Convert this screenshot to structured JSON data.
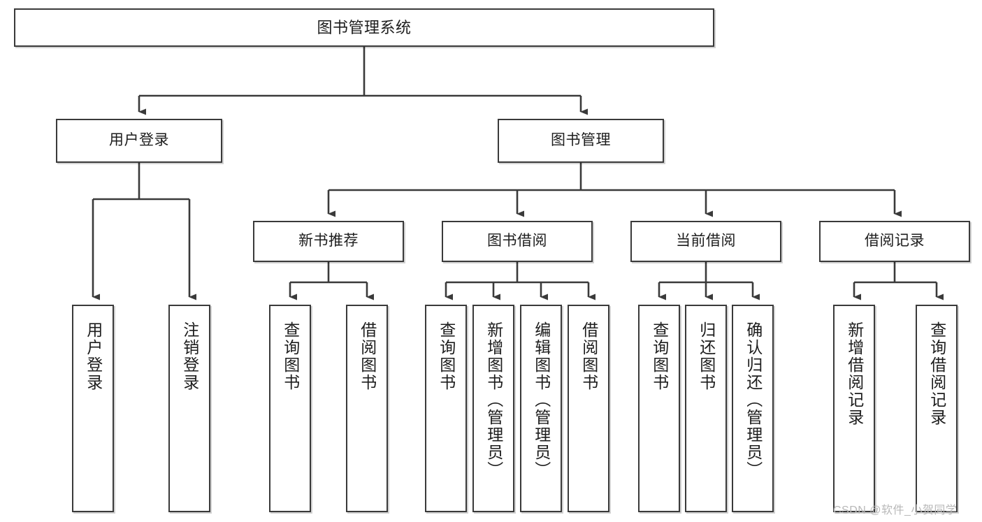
{
  "diagram": {
    "type": "tree-hierarchy",
    "title": "图书管理系统",
    "watermark": "CSDN @软件_小贺同学",
    "colors": {
      "box_border": "#3a3a3a",
      "box_fill": "#ffffff",
      "connector": "#3a3a3a",
      "text": "#1d1d1d",
      "watermark": "#b8b8b8"
    },
    "levels": {
      "root": {
        "label": "图书管理系统"
      },
      "level2": [
        {
          "key": "user_login",
          "label": "用户登录"
        },
        {
          "key": "book_manage",
          "label": "图书管理"
        }
      ],
      "level3": [
        {
          "key": "new_book_rec",
          "label": "新书推荐"
        },
        {
          "key": "book_borrow",
          "label": "图书借阅"
        },
        {
          "key": "current_borrow",
          "label": "当前借阅"
        },
        {
          "key": "borrow_record",
          "label": "借阅记录"
        }
      ],
      "leaves": {
        "user_login": [
          {
            "label": "用户登录"
          },
          {
            "label": "注销登录"
          }
        ],
        "new_book_rec": [
          {
            "label": "查询图书"
          },
          {
            "label": "借阅图书"
          }
        ],
        "book_borrow": [
          {
            "label": "查询图书"
          },
          {
            "label": "新增图书（管理员）"
          },
          {
            "label": "编辑图书（管理员）"
          },
          {
            "label": "借阅图书"
          }
        ],
        "current_borrow": [
          {
            "label": "查询图书"
          },
          {
            "label": "归还图书"
          },
          {
            "label": "确认归还（管理员）"
          }
        ],
        "borrow_record": [
          {
            "label": "新增借阅记录"
          },
          {
            "label": "查询借阅记录"
          }
        ]
      }
    }
  }
}
